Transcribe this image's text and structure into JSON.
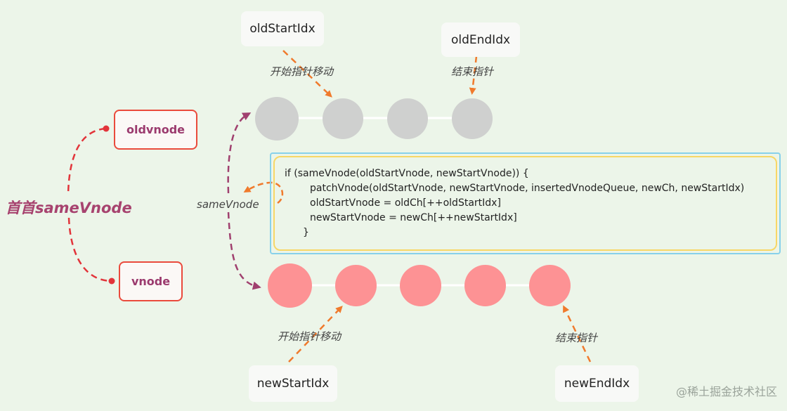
{
  "title": "首首sameVnode",
  "vnode_boxes": {
    "old": "oldvnode",
    "new": "vnode"
  },
  "pointers": {
    "old_start": "oldStartIdx",
    "old_end": "oldEndIdx",
    "new_start": "newStartIdx",
    "new_end": "newEndIdx"
  },
  "annotations": {
    "old_start_move": "开始指针移动",
    "old_end": "结束指针",
    "new_start_move": "开始指针移动",
    "new_end": "结束指针",
    "same_vnode": "sameVnode"
  },
  "code": [
    "if (sameVnode(oldStartVnode, newStartVnode)) {",
    "patchVnode(oldStartVnode, newStartVnode, insertedVnodeQueue, newCh, newStartIdx)",
    "oldStartVnode = oldCh[++oldStartIdx]",
    "newStartVnode = newCh[++newStartIdx]",
    "}"
  ],
  "old_nodes_count": 4,
  "new_nodes_count": 5,
  "colors": {
    "old_node": "#cfd0cf",
    "new_node": "#fd9294",
    "pointer_arrow": "#f07a2c",
    "same_arrow": "#a0406f",
    "bracket": "#e2343a"
  },
  "watermark": "@稀土掘金技术社区"
}
